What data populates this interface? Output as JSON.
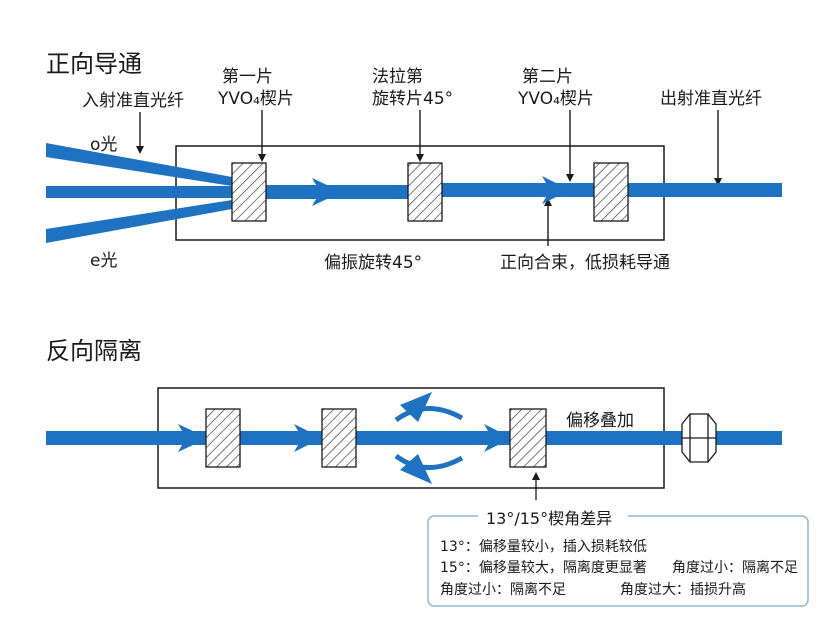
{
  "forward": {
    "title": "正向导通",
    "input_fiber": "入射准直光纤",
    "o_ray": "o光",
    "e_ray": "e光",
    "plate1_line1": "第一片",
    "plate1_line2": "YVO₄楔片",
    "rotator_line1": "法拉第",
    "rotator_line2": "旋转片45°",
    "plate2_line1": "第二片",
    "plate2_line2": "YVO₄楔片",
    "output_fiber": "出射准直光纤",
    "polarization_rotation": "偏振旋转45°",
    "combine_note": "正向合束，低损耗导通"
  },
  "reverse": {
    "title": "反向隔离",
    "offset_label": "偏移叠加"
  },
  "wedge_note": {
    "title": "13°/15°楔角差异",
    "line1": "13°：偏移量较小，插入损耗较低",
    "line2a": "15°：偏移量较大，隔离度更显著",
    "line2b": "角度过小：隔离不足",
    "line3a": "角度过小：隔离不足",
    "line3b": "角度过大：插损升高"
  },
  "colors": {
    "beam": "#1f72c1",
    "outline": "#1a1a1a",
    "note_border": "#8fb8d6"
  },
  "icons": [
    "arrow-icon",
    "hatch-pattern",
    "collimator-icon"
  ]
}
